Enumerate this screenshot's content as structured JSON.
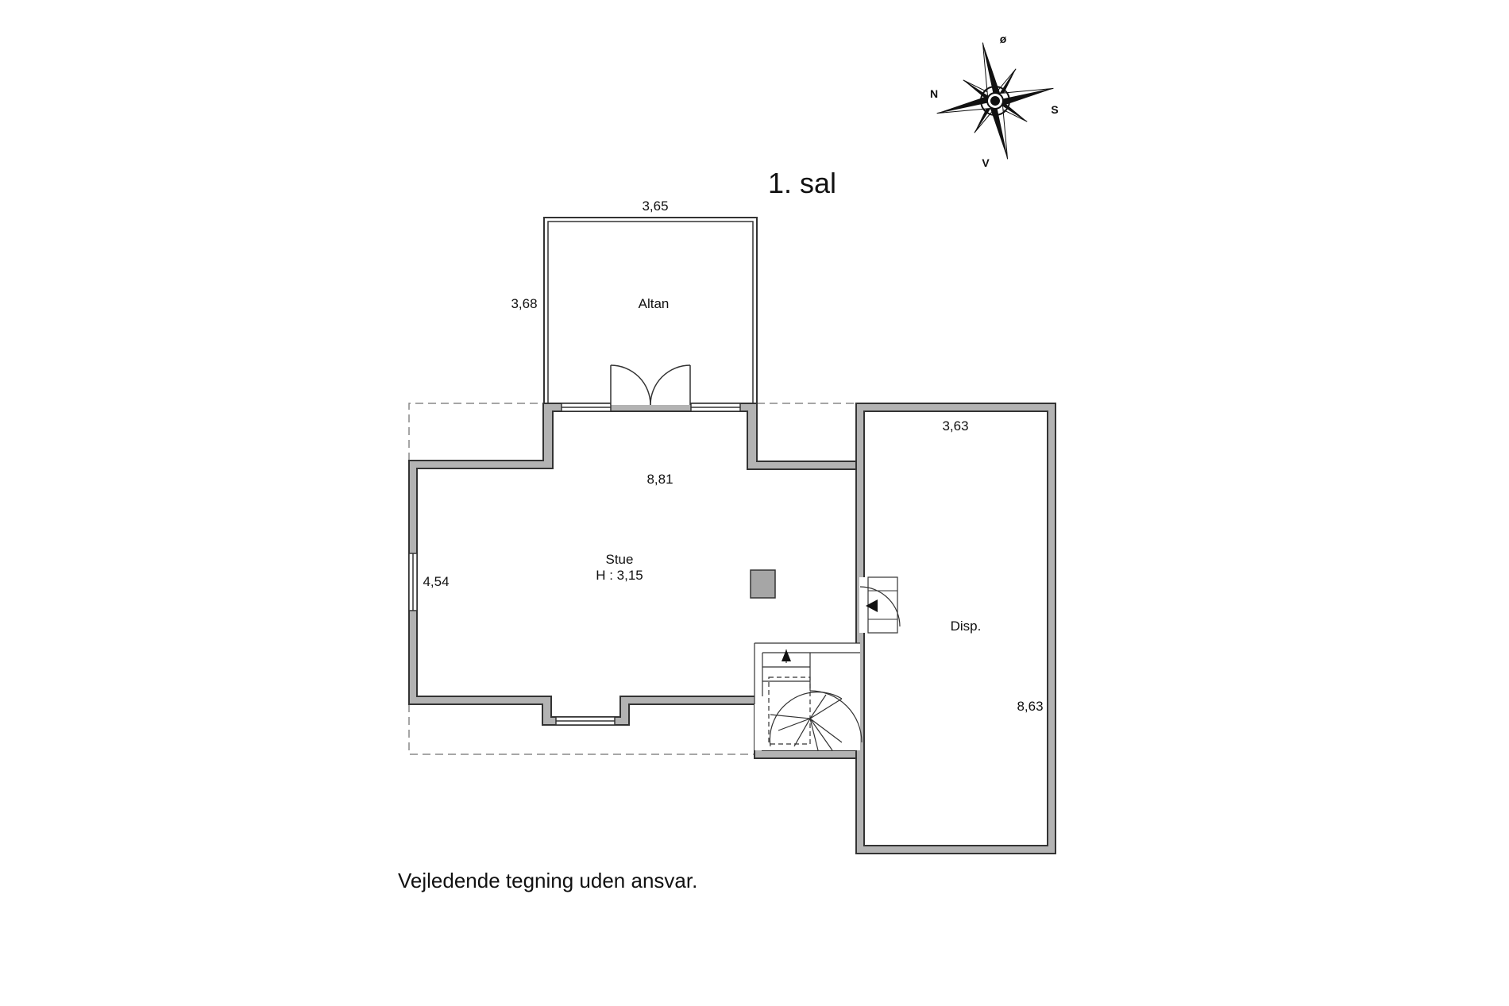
{
  "floor_title": "1. sal",
  "disclaimer": "Vejledende tegning uden ansvar.",
  "compass": {
    "north": "N",
    "south": "S",
    "east": "ø",
    "west": "V"
  },
  "rooms": {
    "altan": {
      "name": "Altan",
      "width": "3,65",
      "depth": "3,68"
    },
    "stue": {
      "name": "Stue",
      "height": "H : 3,15",
      "width": "8,81",
      "depth": "4,54"
    },
    "disp": {
      "name": "Disp.",
      "width": "3,63",
      "depth": "8,63"
    }
  },
  "colors": {
    "wall_fill": "#b3b3b3",
    "wall_stroke": "#333333",
    "chimney": "#a6a6a6",
    "dashed_outline": "#888888"
  }
}
